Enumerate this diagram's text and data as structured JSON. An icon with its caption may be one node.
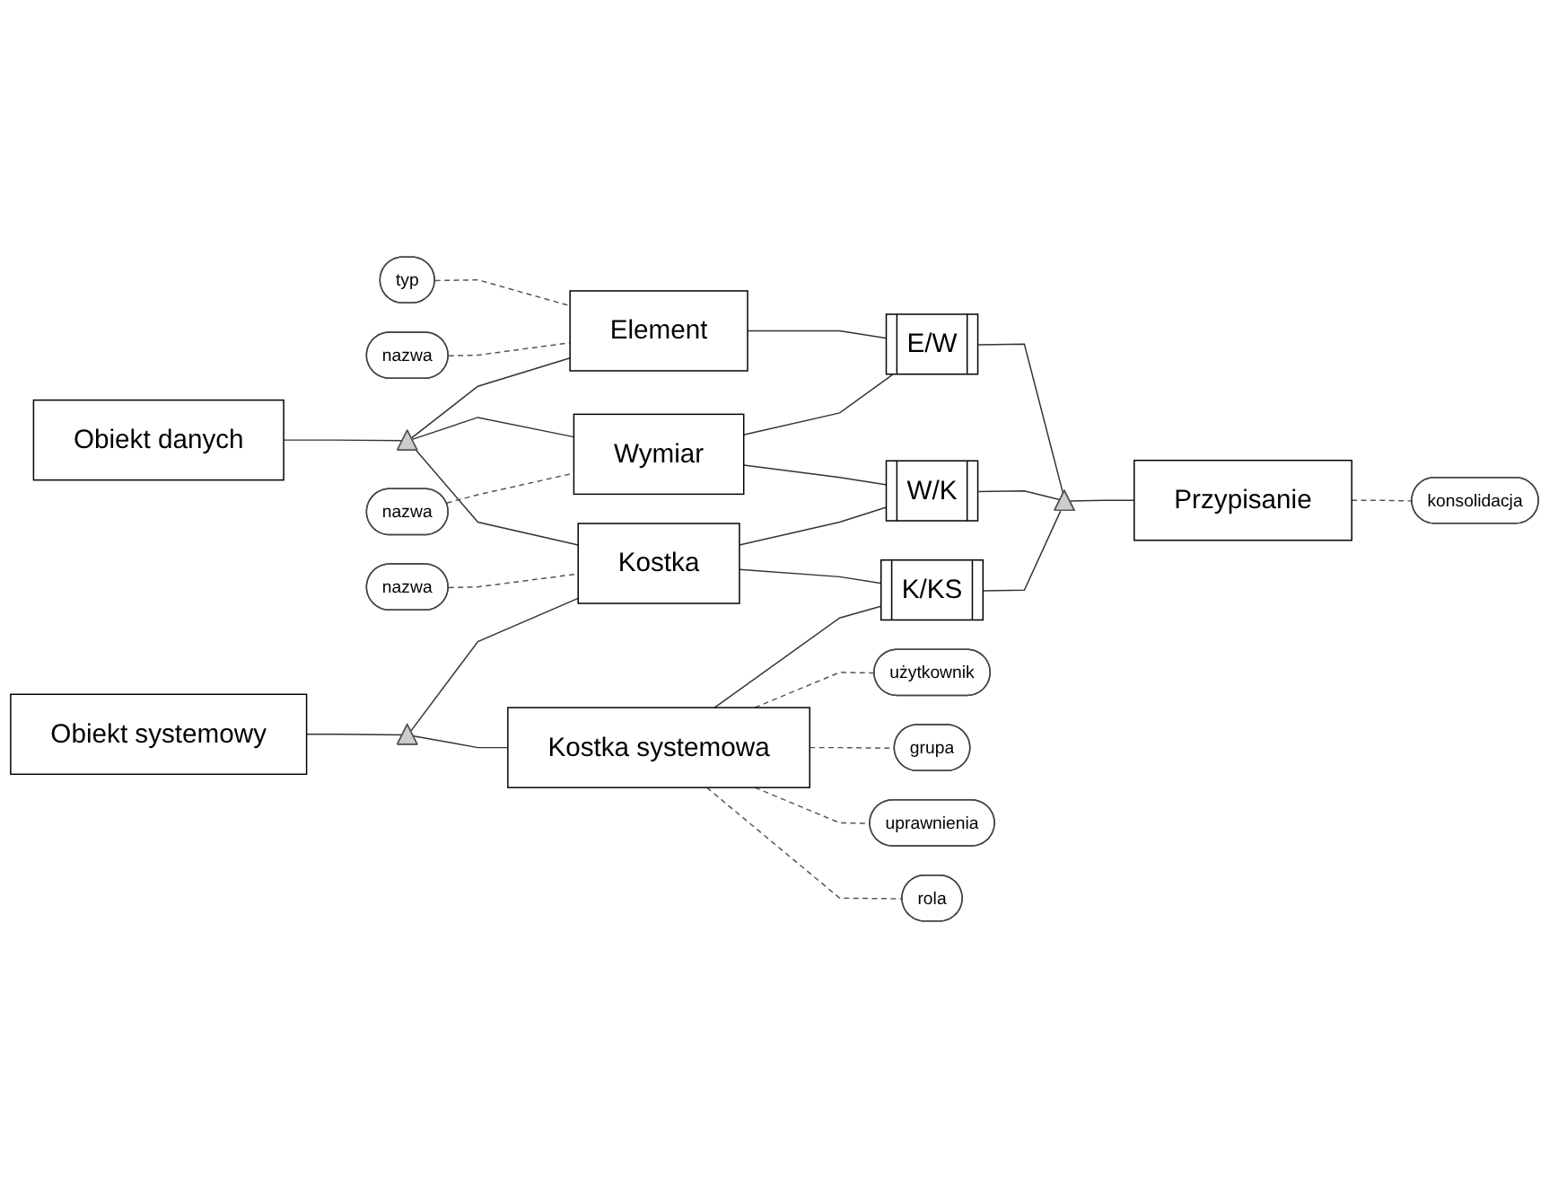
{
  "diagram": {
    "nodes": [
      {
        "text": [
          "typ"
        ]
      },
      {
        "text": [
          "nazwa"
        ]
      },
      {
        "text": [
          "Element"
        ]
      },
      {
        "text": [
          "Obiekt danych"
        ]
      },
      {
        "text": [],
        "shape": "triangle"
      },
      {
        "text": [
          "nazwa"
        ]
      },
      {
        "text": [
          "E/W"
        ]
      },
      {
        "text": [
          "Wymiar"
        ]
      },
      {
        "text": [
          "W/K"
        ]
      },
      {
        "text": [
          "nazwa"
        ]
      },
      {
        "text": [
          "Kostka"
        ]
      },
      {
        "text": [],
        "shape": "triangle"
      },
      {
        "text": [
          "Przypisanie"
        ]
      },
      {
        "text": [
          "Obiekt systemowy"
        ]
      },
      {
        "text": [],
        "shape": "triangle"
      },
      {
        "text": [
          "K/KS"
        ]
      },
      {
        "text": [
          "konsolidacja"
        ]
      },
      {
        "text": [
          "Kostka systemowa"
        ]
      },
      {
        "text": [
          "użytkownik"
        ]
      },
      {
        "text": [
          "grupa"
        ]
      },
      {
        "text": [
          "uprawnienia"
        ]
      },
      {
        "text": [
          "rola"
        ]
      }
    ],
    "edges": [
      {
        "from": 0,
        "to": 2,
        "arrow": "none",
        "style": "dashed"
      },
      {
        "from": 1,
        "to": 2,
        "arrow": "none",
        "style": "dashed"
      },
      {
        "from": 3,
        "to": 4,
        "arrow": "none"
      },
      {
        "from": 4,
        "to": 2,
        "arrow": "none"
      },
      {
        "from": 4,
        "to": 7,
        "arrow": "none"
      },
      {
        "from": 4,
        "to": 10,
        "arrow": "none"
      },
      {
        "from": 5,
        "to": 7,
        "arrow": "none",
        "style": "dashed"
      },
      {
        "from": 2,
        "to": 6,
        "arrow": "none"
      },
      {
        "from": 7,
        "to": 6,
        "arrow": "none"
      },
      {
        "from": 7,
        "to": 8,
        "arrow": "none"
      },
      {
        "from": 10,
        "to": 8,
        "arrow": "none"
      },
      {
        "from": 9,
        "to": 10,
        "arrow": "none",
        "style": "dashed"
      },
      {
        "from": 10,
        "to": 15,
        "arrow": "none"
      },
      {
        "from": 17,
        "to": 15,
        "arrow": "none"
      },
      {
        "from": 6,
        "to": 11,
        "arrow": "none"
      },
      {
        "from": 8,
        "to": 11,
        "arrow": "none"
      },
      {
        "from": 15,
        "to": 11,
        "arrow": "none"
      },
      {
        "from": 11,
        "to": 12,
        "arrow": "none"
      },
      {
        "from": 12,
        "to": 16,
        "arrow": "none",
        "style": "dashed"
      },
      {
        "from": 13,
        "to": 14,
        "arrow": "none"
      },
      {
        "from": 14,
        "to": 10,
        "arrow": "none"
      },
      {
        "from": 14,
        "to": 17,
        "arrow": "none"
      },
      {
        "from": 17,
        "to": 18,
        "arrow": "none",
        "style": "dashed"
      },
      {
        "from": 17,
        "to": 19,
        "arrow": "none",
        "style": "dashed"
      },
      {
        "from": 17,
        "to": 20,
        "arrow": "none",
        "style": "dashed"
      },
      {
        "from": 17,
        "to": 21,
        "arrow": "none",
        "style": "dashed"
      }
    ]
  }
}
